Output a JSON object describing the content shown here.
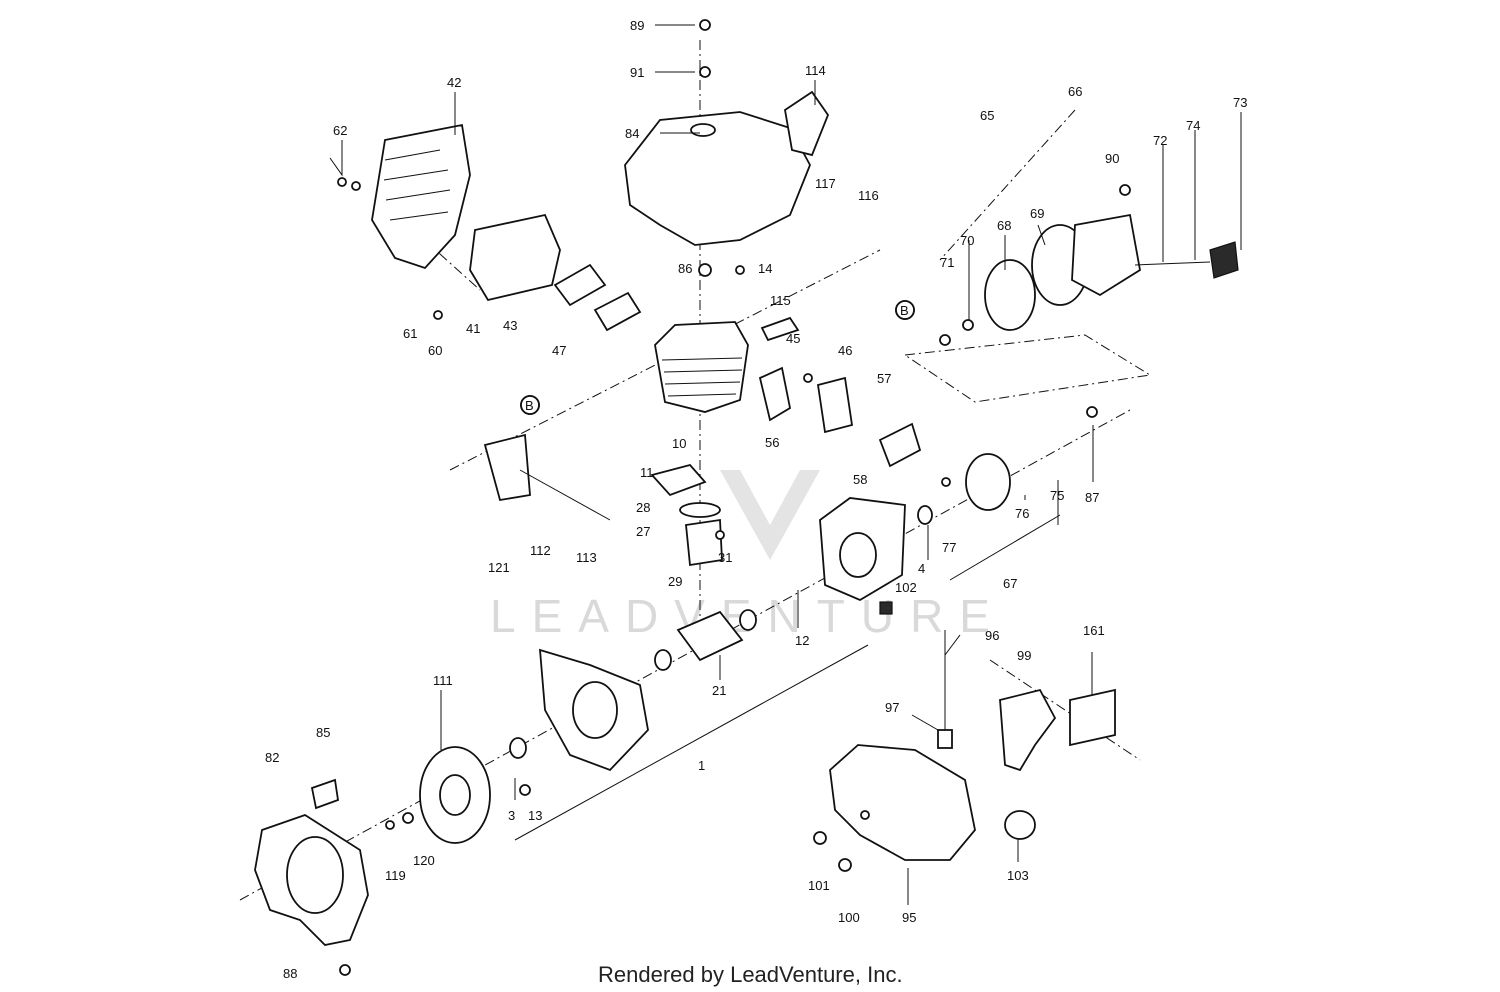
{
  "diagram": {
    "labels": [
      "89",
      "91",
      "114",
      "84",
      "117",
      "116",
      "86",
      "14",
      "115",
      "42",
      "62",
      "61",
      "60",
      "41",
      "43",
      "47",
      "10",
      "45",
      "46",
      "56",
      "57",
      "58",
      "11",
      "28",
      "27",
      "31",
      "29",
      "121",
      "112",
      "113",
      "65",
      "66",
      "73",
      "72",
      "74",
      "90",
      "70",
      "68",
      "69",
      "71",
      "75",
      "76",
      "87",
      "77",
      "67",
      "4",
      "102",
      "12",
      "21",
      "111",
      "85",
      "82",
      "3",
      "13",
      "119",
      "120",
      "88",
      "1",
      "96",
      "99",
      "161",
      "97",
      "101",
      "100",
      "95",
      "103"
    ],
    "callouts": [
      "B",
      "B"
    ],
    "watermark": "LEADVENTURE",
    "footer": "Rendered by LeadVenture, Inc."
  },
  "colors": {
    "ink": "#111111",
    "watermark": "#d9d9d9",
    "background": "#ffffff"
  }
}
